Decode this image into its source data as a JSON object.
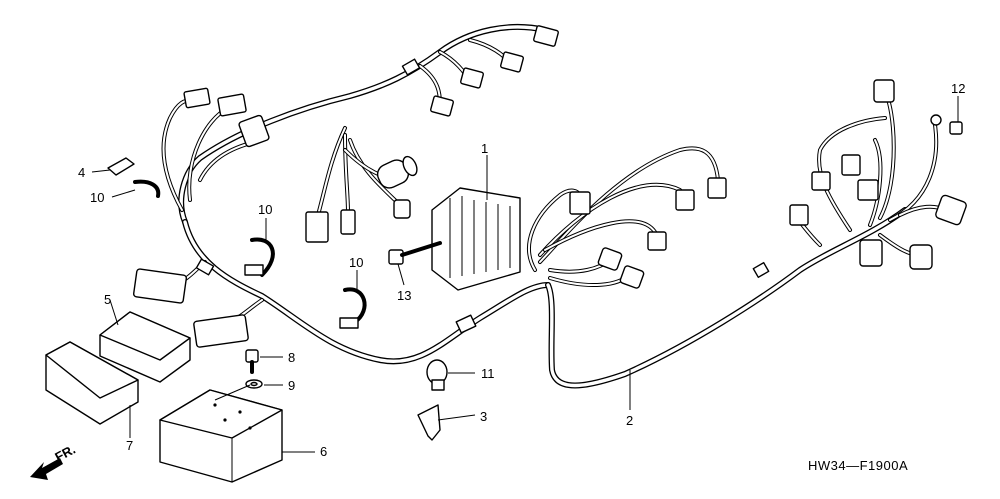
{
  "callouts": [
    {
      "id": "1",
      "text": "1"
    },
    {
      "id": "2",
      "text": "2"
    },
    {
      "id": "3",
      "text": "3"
    },
    {
      "id": "4",
      "text": "4"
    },
    {
      "id": "5",
      "text": "5"
    },
    {
      "id": "6",
      "text": "6"
    },
    {
      "id": "7",
      "text": "7"
    },
    {
      "id": "8",
      "text": "8"
    },
    {
      "id": "9",
      "text": "9"
    },
    {
      "id": "10a",
      "text": "10"
    },
    {
      "id": "10b",
      "text": "10"
    },
    {
      "id": "10c",
      "text": "10"
    },
    {
      "id": "11",
      "text": "11"
    },
    {
      "id": "12",
      "text": "12"
    },
    {
      "id": "13",
      "text": "13"
    }
  ],
  "diagram_code": "HW34—F1900A",
  "direction_label": "FR.",
  "direction_icon": "front-arrow-icon",
  "line_color": "#000000",
  "background_color": "#ffffff"
}
